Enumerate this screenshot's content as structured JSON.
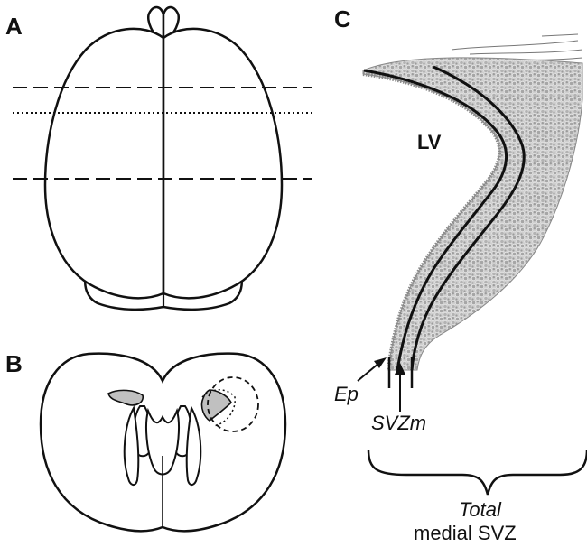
{
  "panels": {
    "a": {
      "letter": "A"
    },
    "b": {
      "letter": "B"
    },
    "c": {
      "letter": "C"
    }
  },
  "labels": {
    "lv": "LV",
    "ep": "Ep",
    "svzm": "SVZm",
    "total": "Total",
    "medial_svz": "medial SVZ"
  },
  "colors": {
    "outline": "#111111",
    "tissue_gray": "#a9a9a9",
    "ventricle_fill": "#c8c8c8"
  }
}
